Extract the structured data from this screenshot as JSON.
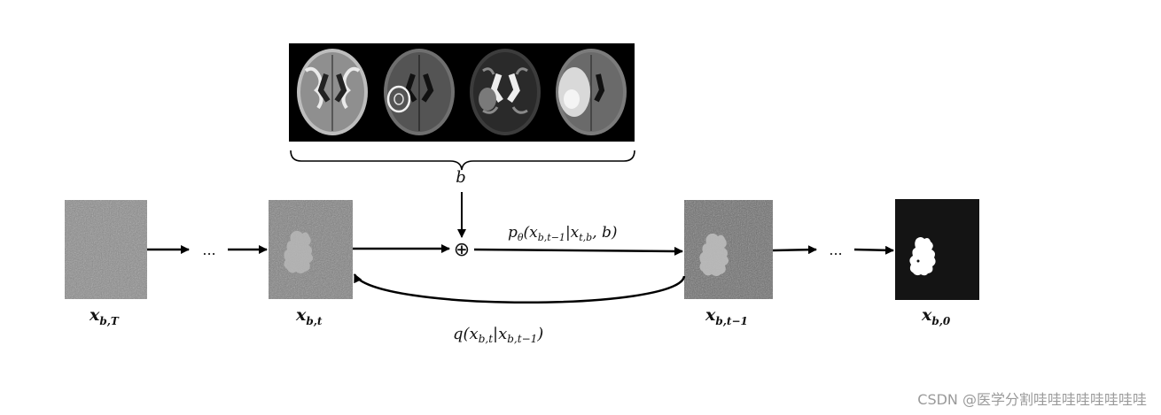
{
  "labels": {
    "condition": "b",
    "ellipsis_left": "...",
    "ellipsis_right": "...",
    "x_T": "x",
    "x_T_sub": "b,T",
    "x_t": "x",
    "x_t_sub": "b,t",
    "x_t1": "x",
    "x_t1_sub": "b,t−1",
    "x_0": "x",
    "x_0_sub": "b,0",
    "oplus": "⊕"
  },
  "reverse_process": {
    "p": "p",
    "theta": "θ",
    "open": "(x",
    "sub1": "b,t−1",
    "bar": "|x",
    "sub2": "t,b",
    "tail": ", b)"
  },
  "forward_process": {
    "q": "q(x",
    "sub1": "b,t",
    "bar": "|x",
    "sub2": "b,t−1",
    "close": ")"
  },
  "watermark": "CSDN @医学分割哇哇哇哇哇哇哇哇",
  "colors": {
    "arrow": "#000000",
    "noise_base": "#8a8a8a",
    "mask_bg": "#141414",
    "mask_fg": "#ffffff",
    "mri_bg": "#000000"
  }
}
